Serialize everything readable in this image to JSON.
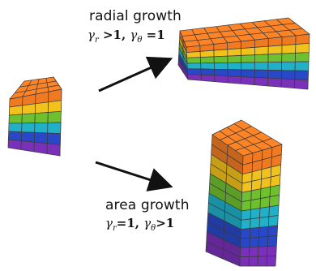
{
  "radial": {
    "title": "radial growth",
    "gamma_symbol": "γ",
    "r_sub": "r",
    "theta_sub": "θ",
    "rel_r": " >1, ",
    "rel_theta": " =1"
  },
  "area": {
    "title": "area growth",
    "gamma_symbol": "γ",
    "r_sub": "r",
    "theta_sub": "θ",
    "rel_r": "=1, ",
    "rel_theta": ">1"
  },
  "colors": {
    "bands": [
      "#f07a22",
      "#f2c21c",
      "#6ec030",
      "#20b0c8",
      "#2848c8",
      "#7a30b8"
    ],
    "mesh_line": "#3a3a3a",
    "arrow": "#111111"
  }
}
